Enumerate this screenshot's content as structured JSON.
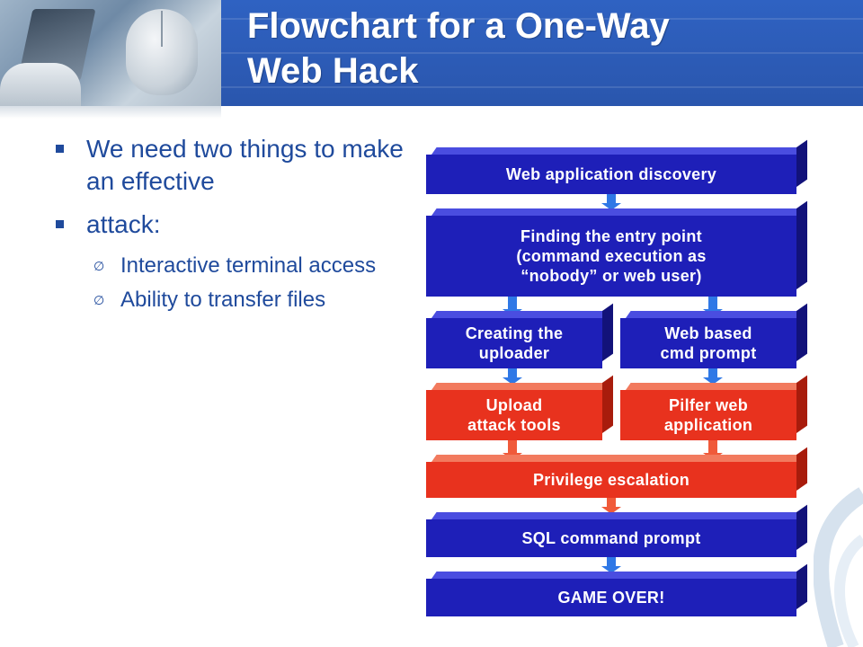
{
  "title": "Flowchart for a One-Way\nWeb Hack",
  "bullets": [
    {
      "text": "We need two things to make an effective"
    },
    {
      "text": "attack:"
    }
  ],
  "sub_bullets": [
    {
      "text": "Interactive terminal access"
    },
    {
      "text": "Ability to transfer files"
    }
  ],
  "sub_bullet_glyph": "∅",
  "flowchart": {
    "steps": [
      {
        "id": "discovery",
        "text": "Web application discovery",
        "color": "#1e1fb8"
      },
      {
        "id": "entry",
        "text": "Finding the entry point\n(command execution as\n“nobody” or web user)",
        "color": "#1e1fb8"
      },
      {
        "id": "uploader",
        "text": "Creating the\nuploader",
        "color": "#1e1fb8"
      },
      {
        "id": "cmd",
        "text": "Web based\ncmd prompt",
        "color": "#1e1fb8"
      },
      {
        "id": "upload",
        "text": "Upload\nattack tools",
        "color": "#e8321e"
      },
      {
        "id": "pilfer",
        "text": "Pilfer web\napplication",
        "color": "#e8321e"
      },
      {
        "id": "privesc",
        "text": "Privilege escalation",
        "color": "#e8321e"
      },
      {
        "id": "sql",
        "text": "SQL command prompt",
        "color": "#1e1fb8"
      },
      {
        "id": "gameover",
        "text": "GAME OVER!",
        "color": "#1e1fb8"
      }
    ]
  },
  "colors": {
    "header_blue": "#2f62c2",
    "text_blue": "#1f4a9c",
    "box_blue": "#1e1fb8",
    "box_red": "#e8321e"
  }
}
